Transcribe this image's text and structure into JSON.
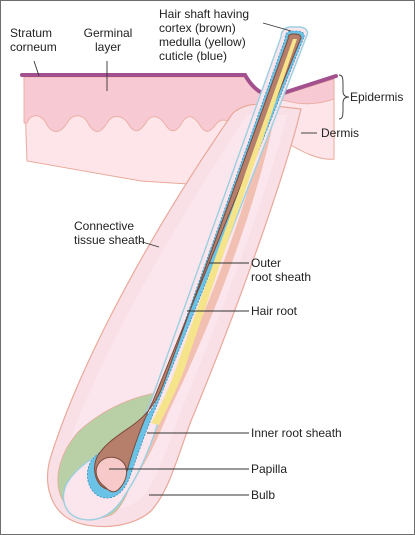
{
  "colors": {
    "dermis_fill": "#fde5ea",
    "dermis_edge": "#e9a99a",
    "germinal_fill": "#f7c9d2",
    "stratum_corneum": "#a3508f",
    "sheath_fill": "#f9dfe6",
    "sheath_inner_fill": "#fbe6ee",
    "outer_root_sheath": "#f2c0b3",
    "inner_root_sheath": "#9bcfe0",
    "cuticle": "#6ac3e6",
    "cortex": "#b67f6c",
    "cortex_edge": "#7a4a3a",
    "medulla": "#f5e48a",
    "bulb_green": "#b9cfa6",
    "papilla": "#f7c9c9",
    "leader_line": "#333333"
  },
  "labels": {
    "stratum_corneum": "Stratum\ncorneum",
    "germinal_layer": "Germinal\nlayer",
    "hair_shaft": "Hair shaft having\ncortex (brown)\nmedulla (yellow)\ncuticle (blue)",
    "epidermis": "Epidermis",
    "dermis": "Dermis",
    "connective_tissue_sheath": "Connective\ntissue sheath",
    "outer_root_sheath": "Outer\nroot sheath",
    "hair_root": "Hair root",
    "inner_root_sheath": "Inner root sheath",
    "papilla": "Papilla",
    "bulb": "Bulb"
  }
}
